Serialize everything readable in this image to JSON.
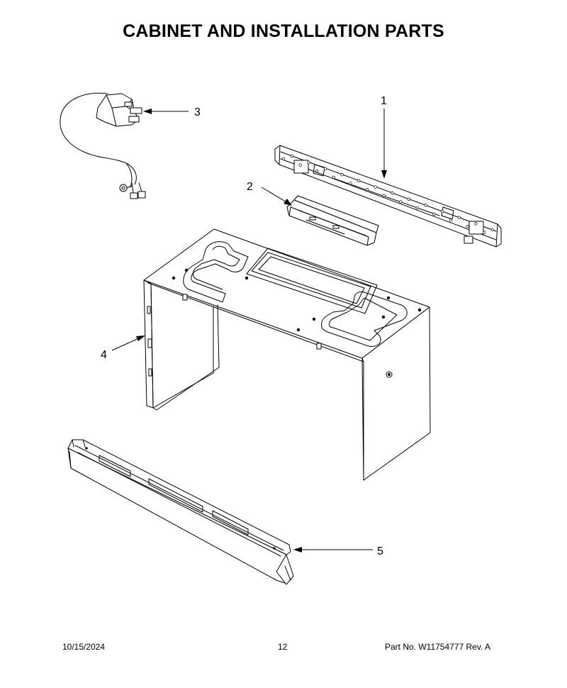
{
  "title": "CABINET AND INSTALLATION PARTS",
  "callouts": [
    {
      "num": "1",
      "part": "mounting-plate"
    },
    {
      "num": "2",
      "part": "bracket"
    },
    {
      "num": "3",
      "part": "power-cord"
    },
    {
      "num": "4",
      "part": "cabinet"
    },
    {
      "num": "5",
      "part": "front-trim"
    }
  ],
  "footer": {
    "date": "10/15/2024",
    "page": "12",
    "part_no": "Part No.  W11754777  Rev.  A"
  }
}
